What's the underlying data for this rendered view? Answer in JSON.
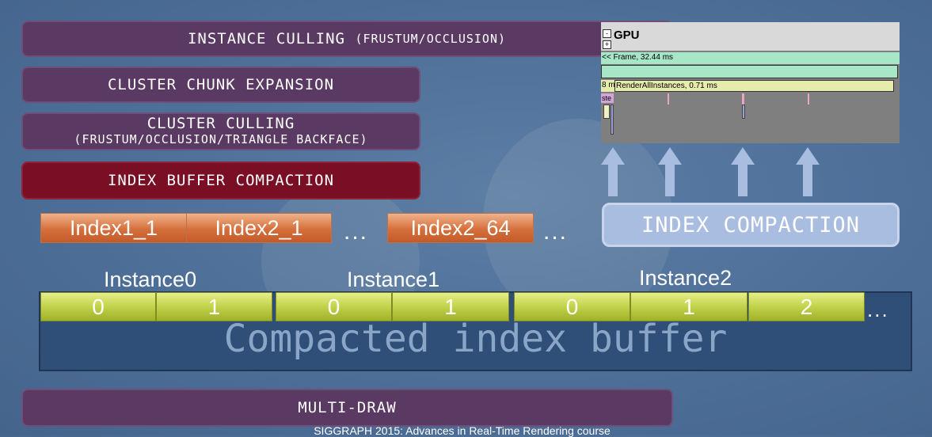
{
  "stages": {
    "instance_culling": {
      "label": "INSTANCE CULLING",
      "sub": "(FRUSTUM/OCCLUSION)"
    },
    "cluster_chunk_expansion": {
      "label": "CLUSTER CHUNK EXPANSION"
    },
    "cluster_culling": {
      "label": "CLUSTER CULLING",
      "sub": "(FRUSTUM/OCCLUSION/TRIANGLE BACKFACE)"
    },
    "index_buffer_compaction": {
      "label": "INDEX BUFFER COMPACTION"
    },
    "multi_draw": {
      "label": "MULTI-DRAW"
    }
  },
  "index_chunks": [
    "Index1_1",
    "Index2_1",
    "Index2_64"
  ],
  "ellipsis": "...",
  "index_compaction": "INDEX COMPACTION",
  "instances": [
    "Instance0",
    "Instance1",
    "Instance2"
  ],
  "buffer": {
    "label": "Compacted index buffer",
    "cells": [
      "0",
      "1",
      "0",
      "1",
      "0",
      "1",
      "2"
    ]
  },
  "gpu_timeline": {
    "title": "GPU",
    "collapse_glyph": "-",
    "expand_glyph": "+",
    "frame": "<< Frame, 32.44 ms",
    "render_prefix": "8 m",
    "render_all": "RenderAllInstances, 0.71 ms",
    "small_label": "ste"
  },
  "footer": "SIGGRAPH 2015: Advances in Real-Time Rendering course",
  "colors": {
    "stage": "#5a3a63",
    "stage_active": "#7a0e25",
    "index_chunk": "#d56f3c",
    "buffer_cell": "#c2d24a",
    "arrow": "#a9bde0"
  }
}
